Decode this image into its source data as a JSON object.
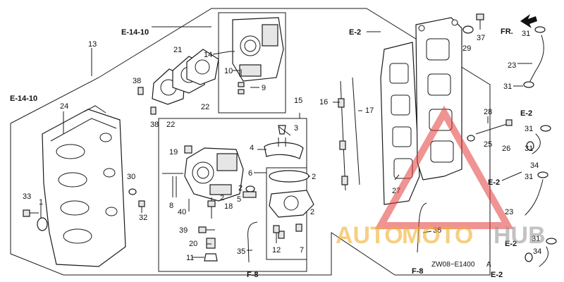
{
  "refs": {
    "e1410_top": "E-14-10",
    "e1410_left": "E-14-10",
    "e2_top": "E-2",
    "e2_r1": "E-2",
    "e2_r2": "E-2",
    "e2_r3": "E-2",
    "e2_r4": "E-2",
    "f8_mid": "F-8",
    "f8_bot": "F-8",
    "fr": "FR."
  },
  "diagram_code": "ZW08−E1400",
  "diagram_code_suffix": "A",
  "parts": {
    "p1": "1",
    "p2a": "2",
    "p2b": "2",
    "p2c": "2",
    "p2d": "2",
    "p3": "3",
    "p4": "4",
    "p5": "5",
    "p6": "6",
    "p7": "7",
    "p8": "8",
    "p9": "9",
    "p10": "10",
    "p11": "11",
    "p12": "12",
    "p13": "13",
    "p14": "14",
    "p15": "15",
    "p16": "16",
    "p17": "17",
    "p18": "18",
    "p19": "19",
    "p20": "20",
    "p21": "21",
    "p22a": "22",
    "p22b": "22",
    "p23a": "23",
    "p23b": "23",
    "p24": "24",
    "p25": "25",
    "p26": "26",
    "p27": "27",
    "p28": "28",
    "p29": "29",
    "p30": "30",
    "p31a": "31",
    "p31b": "31",
    "p31c": "31",
    "p31d": "31",
    "p31e": "31",
    "p31f": "31",
    "p32": "32",
    "p33": "33",
    "p34a": "34",
    "p34b": "34",
    "p35": "35",
    "p36": "36",
    "p37": "37",
    "p38a": "38",
    "p38b": "38",
    "p39": "39",
    "p40": "40"
  },
  "watermark": {
    "brand_a": "AUTO",
    "brand_b": "MOTO",
    "brand_c": "HUB",
    "color_a": "#f0b030",
    "color_b": "#f0b030",
    "color_c": "#9a9a9a",
    "triangle_color": "#e23b3b"
  }
}
